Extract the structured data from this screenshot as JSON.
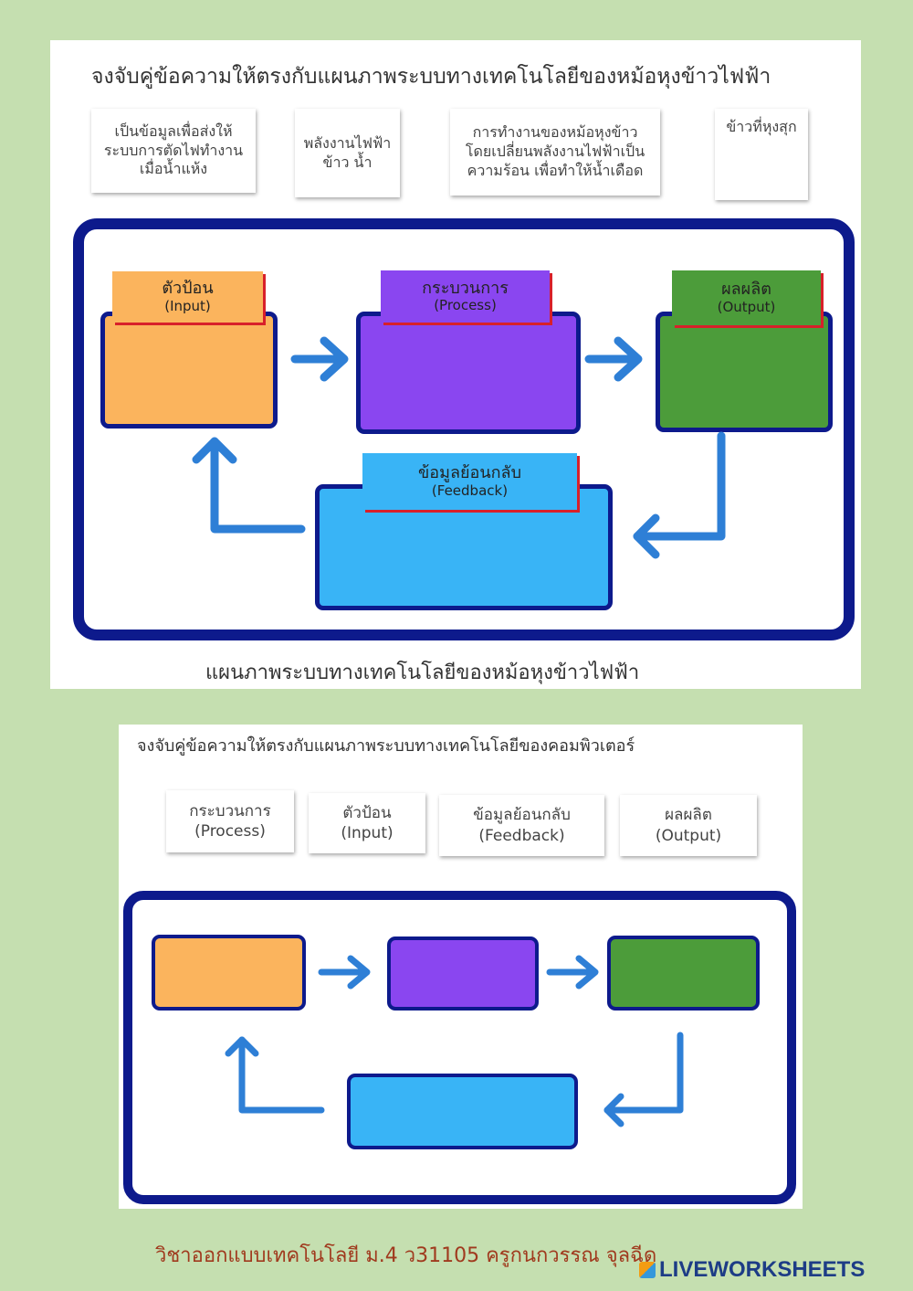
{
  "worksheet1": {
    "instruction": "จงจับคู่ข้อความให้ตรงกับแผนภาพระบบทางเทคโนโลยีของหม้อหุงข้าวไฟฟ้า",
    "cards": [
      "เป็นข้อมูลเพื่อส่งให้\nระบบการตัดไฟทำงาน\nเมื่อน้ำแห้ง",
      "พลังงานไฟฟ้า\nข้าว น้ำ",
      "การทำงานของหม้อหุงข้าว\nโดยเปลี่ยนพลังงานไฟฟ้าเป็น\nความร้อน เพื่อทำให้น้ำเดือด",
      "ข้าวที่หุงสุก"
    ],
    "input_tab": {
      "thai": "ตัวป้อน",
      "eng": "(Input)"
    },
    "process_tab": {
      "thai": "กระบวนการ",
      "eng": "(Process)"
    },
    "output_tab": {
      "thai": "ผลผลิต",
      "eng": "(Output)"
    },
    "feedback_tab": {
      "thai": "ข้อมูลย้อนกลับ",
      "eng": "(Feedback)"
    },
    "caption": "แผนภาพระบบทางเทคโนโลยีของหม้อหุงข้าวไฟฟ้า"
  },
  "worksheet2": {
    "instruction": "จงจับคู่ข้อความให้ตรงกับแผนภาพระบบทางเทคโนโลยีของคอมพิวเตอร์",
    "cards": [
      "กระบวนการ\n(Process)",
      "ตัวป้อน\n(Input)",
      "ข้อมูลย้อนกลับ\n(Feedback)",
      "ผลผลิต\n(Output)"
    ]
  },
  "footer": "วิชาออกแบบเทคโนโลยี ม.4 ว31105    ครูกนกวรรณ  จุลฉีด",
  "logo": "LIVEWORKSHEETS",
  "colors": {
    "frame": "#0d1a8c",
    "arrow": "#2e7fd6",
    "input": "#fbb45d",
    "process": "#8a46f0",
    "output": "#4c9c3a",
    "feedback": "#39b4f6",
    "tab_shadow": "#d8202a"
  }
}
